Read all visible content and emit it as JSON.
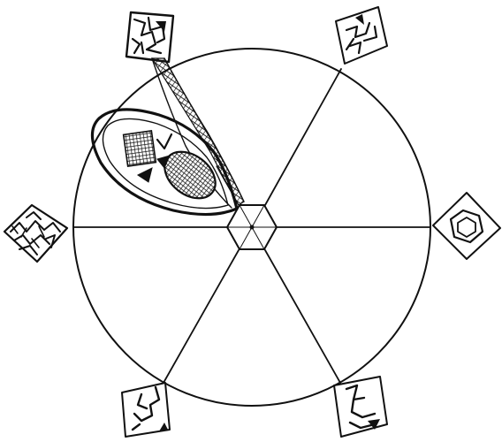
{
  "diagram": {
    "style": "hand-drawn ink sketch",
    "ink_color": "#111111",
    "background_color": "#ffffff",
    "spokes": 6,
    "satellites": 6,
    "center_shape": "hexagon",
    "wedge_sector": "upper-left"
  }
}
